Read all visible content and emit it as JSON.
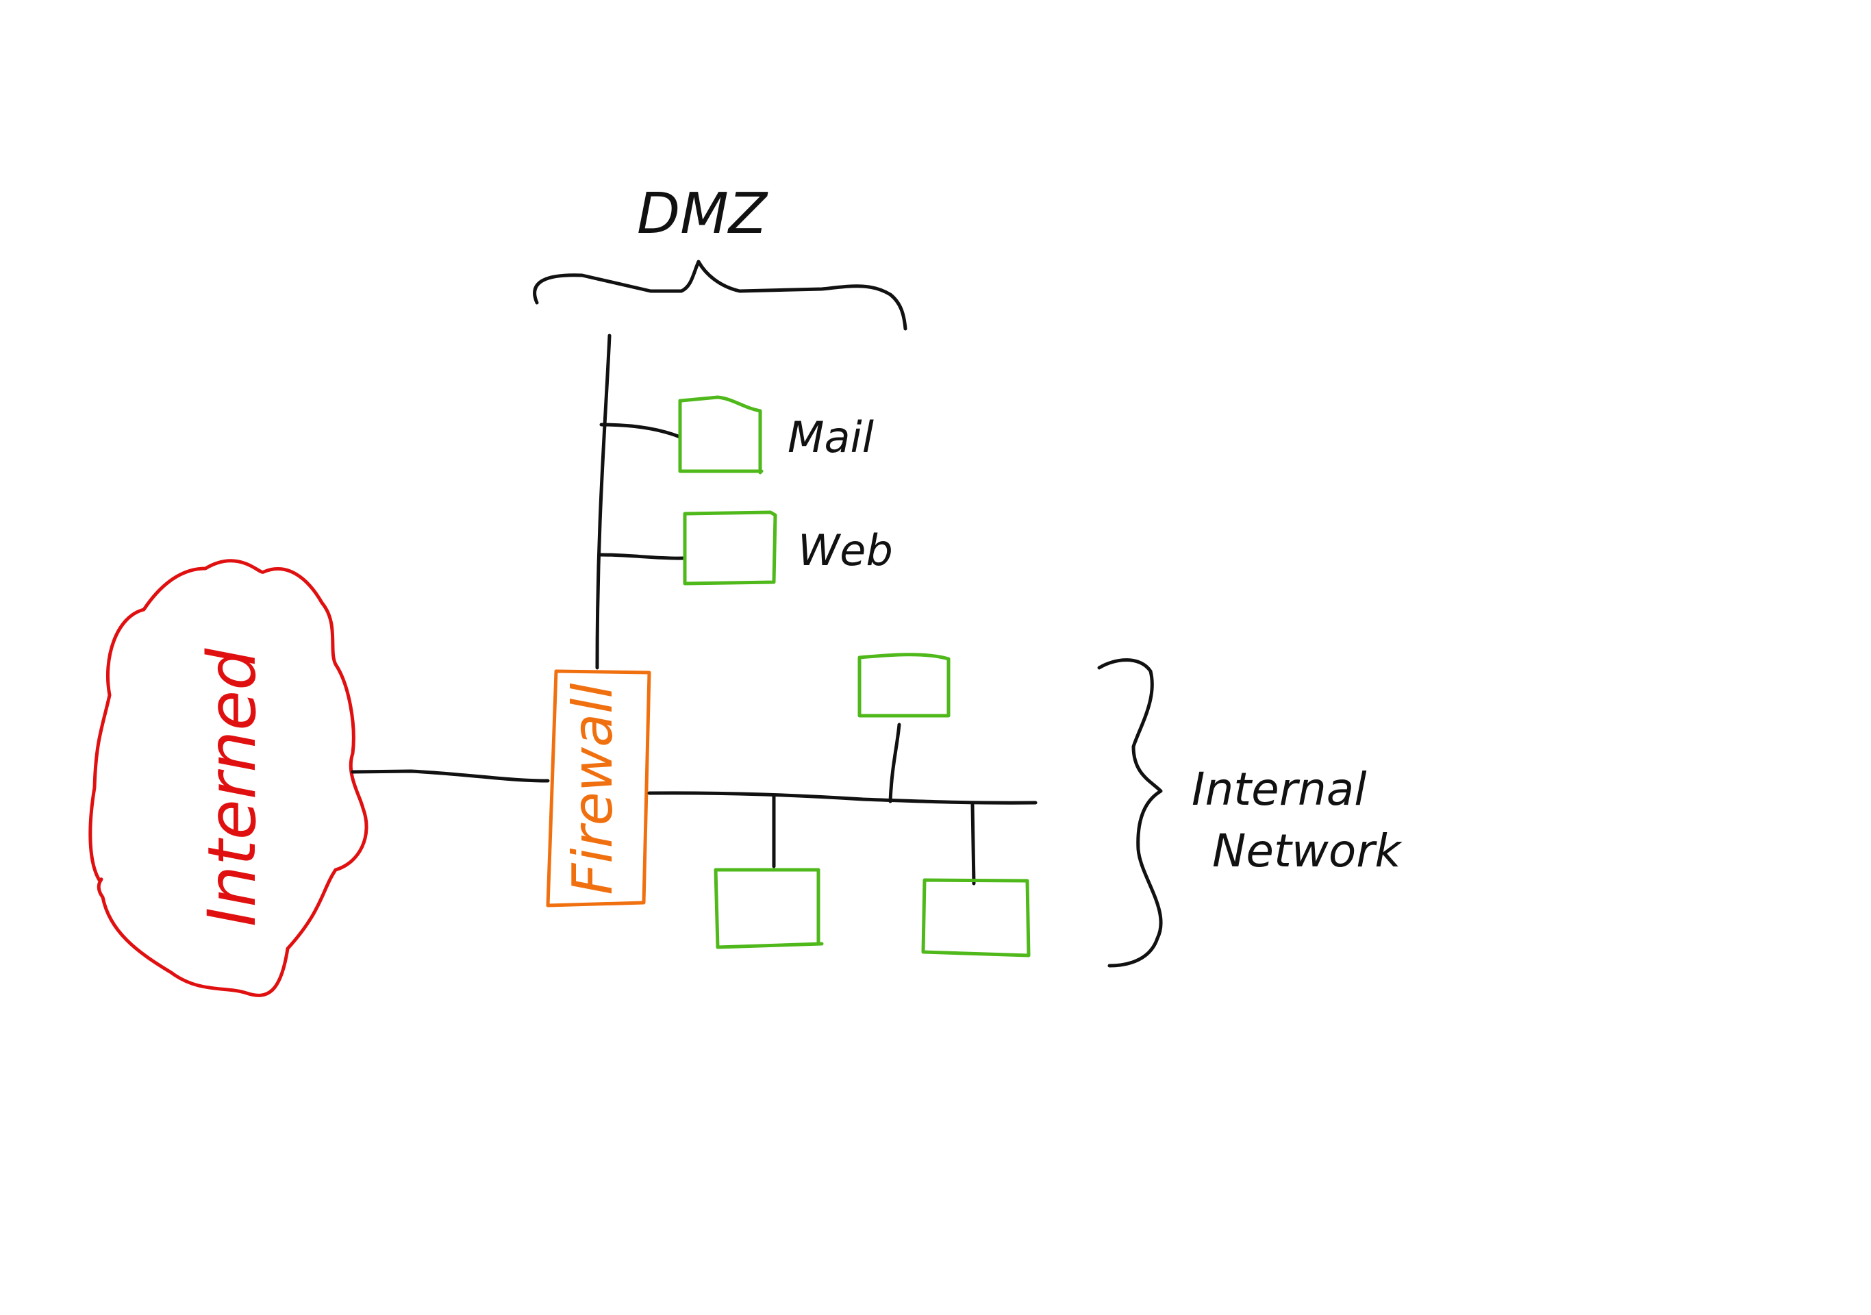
{
  "labels": {
    "dmz": "DMZ",
    "internet": "Interned",
    "firewall": "Firewall",
    "mail": "Mail",
    "web": "Web",
    "internal_network_line1": "Internal",
    "internal_network_line2": "Network"
  },
  "colors": {
    "ink": "#111111",
    "internet": "#e01010",
    "firewall": "#f07010",
    "server": "#4fb81a",
    "background": "#ffffff"
  }
}
